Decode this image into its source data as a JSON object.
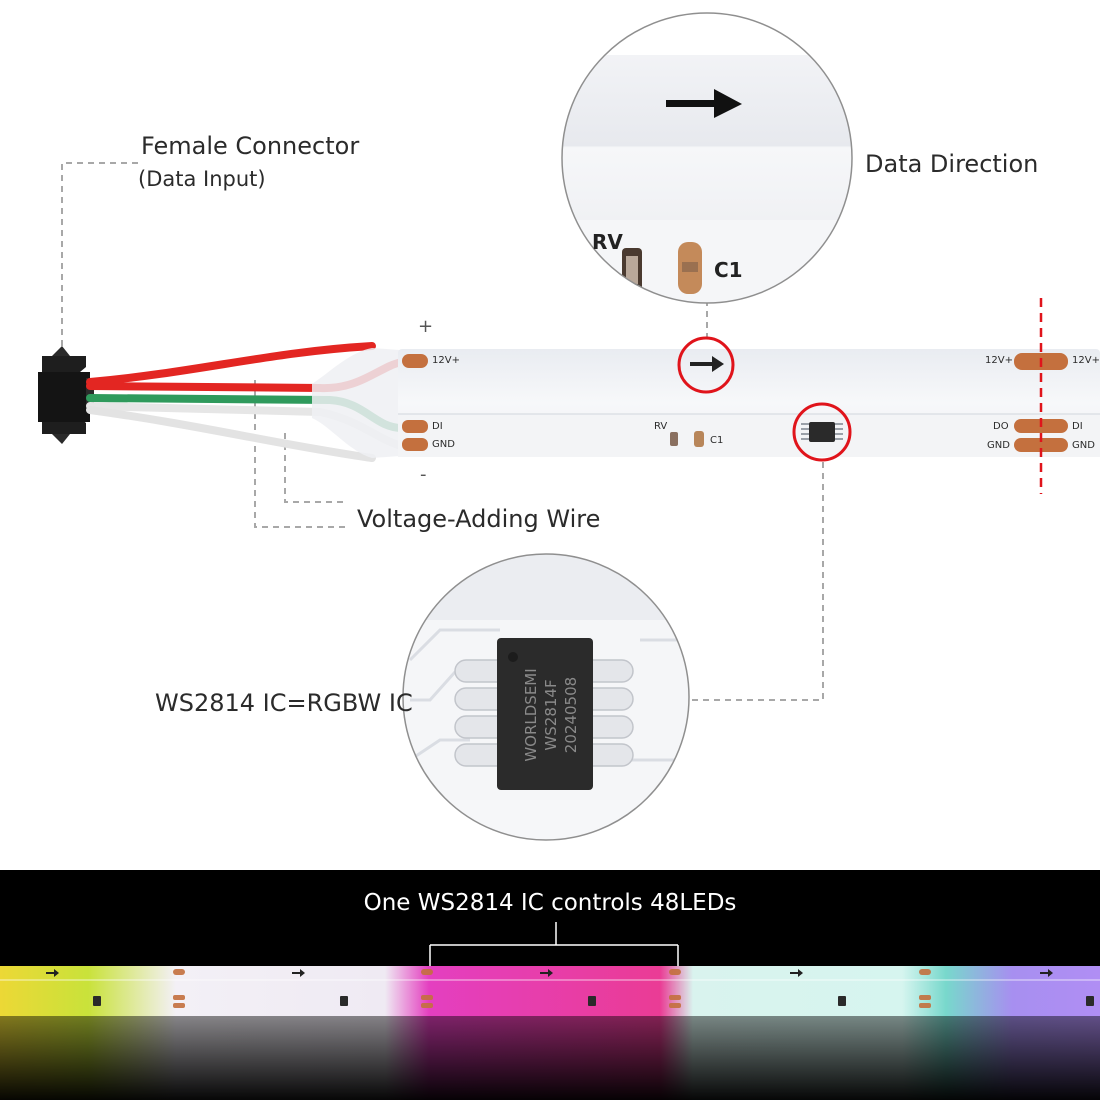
{
  "labels": {
    "female_connector": "Female Connector",
    "data_input": "(Data Input)",
    "data_direction": "Data Direction",
    "voltage_adding_wire": "Voltage-Adding Wire",
    "ws2814_ic": "WS2814 IC=RGBW IC",
    "plus": "+",
    "minus": "-"
  },
  "strip_pads": {
    "v12": "12V+",
    "di": "DI",
    "do": "DO",
    "gnd": "GND",
    "rv": "RV",
    "c1": "C1"
  },
  "zoom_top": {
    "rv": "RV",
    "c1": "C1"
  },
  "chip": {
    "brand": "WORLDSEMI",
    "model": "WS2814F",
    "date": "20240508"
  },
  "bottom": {
    "caption": "One WS2814 IC controls 48LEDs"
  },
  "colors": {
    "red_wire": "#e32622",
    "green_wire": "#2f9a5c",
    "white_wire": "#eeeeee",
    "pad": "#c4703e",
    "callout_red": "#e0141b",
    "cut_line": "#e0141b",
    "dashed": "#a8a8a8"
  }
}
